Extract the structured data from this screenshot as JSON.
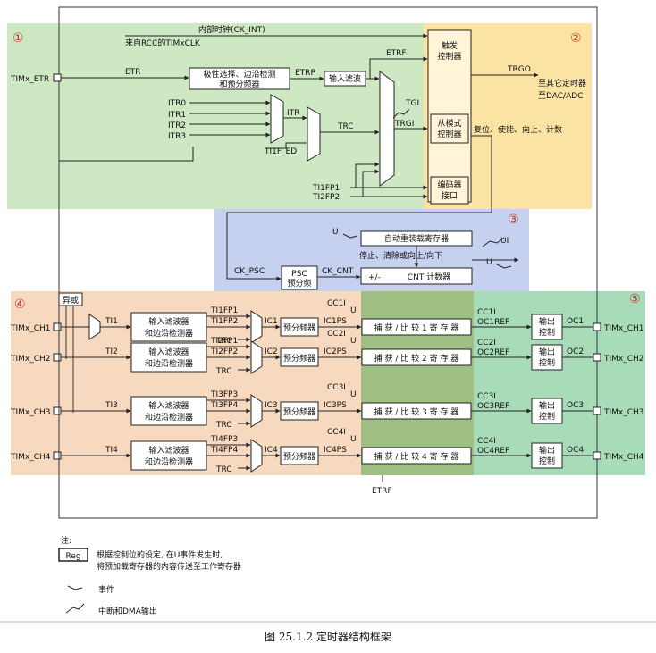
{
  "regions": {
    "r1": "①",
    "r2": "②",
    "r3": "③",
    "r4": "④",
    "r5": "⑤"
  },
  "signals": {
    "ck_int": "内部时钟(CK_INT)",
    "rcc": "来自RCC的TIMxCLK",
    "etr_pin": "TIMx_ETR",
    "etr": "ETR",
    "etrp": "ETRP",
    "etrf": "ETRF",
    "itr": [
      "ITR0",
      "ITR1",
      "ITR2",
      "ITR3"
    ],
    "itr_label": "ITR",
    "trc": "TRC",
    "trgi": "TRGI",
    "tgi": "TGI",
    "ti1f_ed": "TI1F_ED",
    "ti1fp1": "TI1FP1",
    "ti2fp2": "TI2FP2",
    "trgo": "TRGO",
    "trgo_dest1": "至其它定时器",
    "trgo_dest2": "至DAC/ADC",
    "reset_etc": "复位、使能、向上、计数",
    "u": "U",
    "ui": "UI",
    "stop_clear": "停止、清除或向上/向下",
    "ck_psc": "CK_PSC",
    "ck_cnt": "CK_CNT",
    "xor": "异或",
    "etrf_bottom": "ETRF"
  },
  "blocks": {
    "polarity": [
      "极性选择、边沿检测",
      "和预分频器"
    ],
    "input_filter": "输入滤波",
    "trigger": [
      "触发",
      "控制器"
    ],
    "slave": [
      "从模式",
      "控制器"
    ],
    "encoder": [
      "编码器",
      "接口"
    ],
    "arr": "自动重装载寄存器",
    "psc": [
      "PSC",
      "预分频"
    ],
    "cnt": [
      "+/-",
      "CNT 计数器"
    ],
    "filter_det": [
      "输入滤波器",
      "和边沿检测器"
    ],
    "prescaler": "预分频器",
    "out_ctrl": [
      "输出",
      "控制"
    ]
  },
  "channels": [
    {
      "pin": "TIMx_CH1",
      "ti": "TI1",
      "fp_a": "TI1FP1",
      "fp_b": "TI1FP2",
      "trc": "TRC",
      "ic": "IC1",
      "icps": "IC1PS",
      "cci": "CC1I",
      "ccr": "捕 获 / 比 较 1 寄 存 器",
      "ocref": "OC1REF",
      "oc": "OC1",
      "outpin": "TIMx_CH1",
      "u": "U"
    },
    {
      "pin": "TIMx_CH2",
      "ti": "TI2",
      "fp_a": "TI2FP1",
      "fp_b": "TI2FP2",
      "trc": "TRC",
      "ic": "IC2",
      "icps": "IC2PS",
      "cci": "CC2I",
      "ccr": "捕 获 / 比 较 2 寄 存 器",
      "ocref": "OC2REF",
      "oc": "OC2",
      "outpin": "TIMx_CH2",
      "u": "U"
    },
    {
      "pin": "TIMx_CH3",
      "ti": "TI3",
      "fp_a": "TI3FP3",
      "fp_b": "TI3FP4",
      "trc": "TRC",
      "ic": "IC3",
      "icps": "IC3PS",
      "cci": "CC3I",
      "ccr": "捕 获 / 比 较 3 寄 存 器",
      "ocref": "OC3REF",
      "oc": "OC3",
      "outpin": "TIMx_CH3",
      "u": "U"
    },
    {
      "pin": "TIMx_CH4",
      "ti": "TI4",
      "fp_a": "TI4FP3",
      "fp_b": "TI4FP4",
      "trc": "TRC",
      "ic": "IC4",
      "icps": "IC4PS",
      "cci": "CC4I",
      "ccr": "捕 获 / 比 较 4 寄 存 器",
      "ocref": "OC4REF",
      "oc": "OC4",
      "outpin": "TIMx_CH4",
      "u": "U"
    }
  ],
  "legend": {
    "title": "注:",
    "reg": "Reg",
    "reg_desc1": "根据控制位的设定, 在U事件发生时,",
    "reg_desc2": "将预加载寄存器的内容传送至工作寄存器",
    "event": "事件",
    "irq": "中断和DMA输出"
  },
  "caption": "图  25.1.2  定时器结构框架",
  "colors": {
    "green": "#cfe8c4",
    "orange": "#f7d9bf",
    "yellow": "#fbe3a3",
    "blue": "#c5d1ee",
    "green2": "#a8dcb8",
    "capture": "#9fbf85"
  }
}
